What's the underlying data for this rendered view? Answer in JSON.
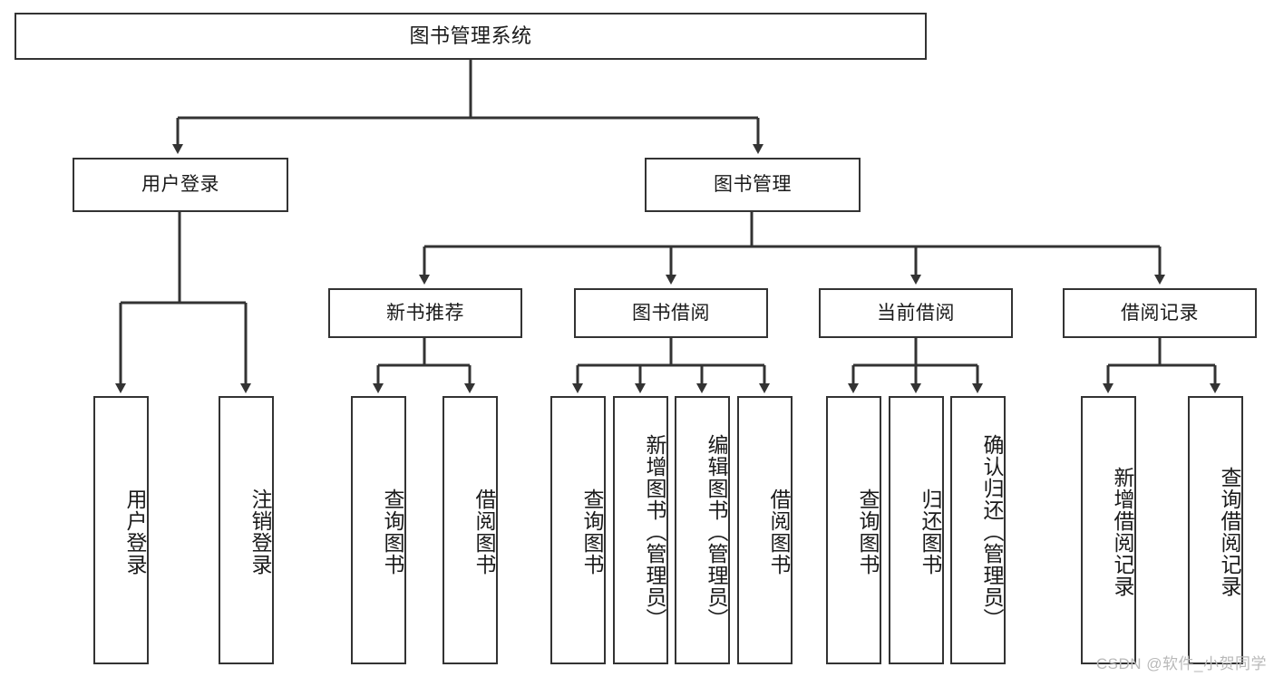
{
  "diagram": {
    "title": "图书管理系统",
    "watermark": "CSDN @软件_小贺同学",
    "line_color": "#333333",
    "box_fill": "#ffffff",
    "text_color": "#1a1a1a",
    "nodes": [
      {
        "id": "root",
        "label": "图书管理系统",
        "level": 1,
        "orientation": "horizontal"
      },
      {
        "id": "user-login",
        "label": "用户登录",
        "level": 2,
        "orientation": "horizontal"
      },
      {
        "id": "book-manage",
        "label": "图书管理",
        "level": 2,
        "orientation": "horizontal"
      },
      {
        "id": "new-book-rec",
        "label": "新书推荐",
        "level": 3,
        "orientation": "horizontal"
      },
      {
        "id": "book-borrow",
        "label": "图书借阅",
        "level": 3,
        "orientation": "horizontal"
      },
      {
        "id": "current-borrow",
        "label": "当前借阅",
        "level": 3,
        "orientation": "horizontal"
      },
      {
        "id": "borrow-record",
        "label": "借阅记录",
        "level": 3,
        "orientation": "horizontal"
      },
      {
        "id": "leaf-login",
        "label": "用户登录",
        "level": 4,
        "orientation": "vertical",
        "parent": "user-login"
      },
      {
        "id": "leaf-logout",
        "label": "注销登录",
        "level": 4,
        "orientation": "vertical",
        "parent": "user-login"
      },
      {
        "id": "leaf-query-1",
        "label": "查询图书",
        "level": 4,
        "orientation": "vertical",
        "parent": "new-book-rec"
      },
      {
        "id": "leaf-borrow-1",
        "label": "借阅图书",
        "level": 4,
        "orientation": "vertical",
        "parent": "new-book-rec"
      },
      {
        "id": "leaf-query-2",
        "label": "查询图书",
        "level": 4,
        "orientation": "vertical",
        "parent": "book-borrow"
      },
      {
        "id": "leaf-add-book",
        "label": "新增图书（管理员）",
        "level": 4,
        "orientation": "vertical",
        "parent": "book-borrow"
      },
      {
        "id": "leaf-edit-book",
        "label": "编辑图书（管理员）",
        "level": 4,
        "orientation": "vertical",
        "parent": "book-borrow"
      },
      {
        "id": "leaf-borrow-2",
        "label": "借阅图书",
        "level": 4,
        "orientation": "vertical",
        "parent": "book-borrow"
      },
      {
        "id": "leaf-query-3",
        "label": "查询图书",
        "level": 4,
        "orientation": "vertical",
        "parent": "current-borrow"
      },
      {
        "id": "leaf-return",
        "label": "归还图书",
        "level": 4,
        "orientation": "vertical",
        "parent": "current-borrow"
      },
      {
        "id": "leaf-confirm",
        "label": "确认归还（管理员）",
        "level": 4,
        "orientation": "vertical",
        "parent": "current-borrow"
      },
      {
        "id": "leaf-add-rec",
        "label": "新增借阅记录",
        "level": 4,
        "orientation": "vertical",
        "parent": "borrow-record"
      },
      {
        "id": "leaf-query-rec",
        "label": "查询借阅记录",
        "level": 4,
        "orientation": "vertical",
        "parent": "borrow-record"
      }
    ]
  }
}
